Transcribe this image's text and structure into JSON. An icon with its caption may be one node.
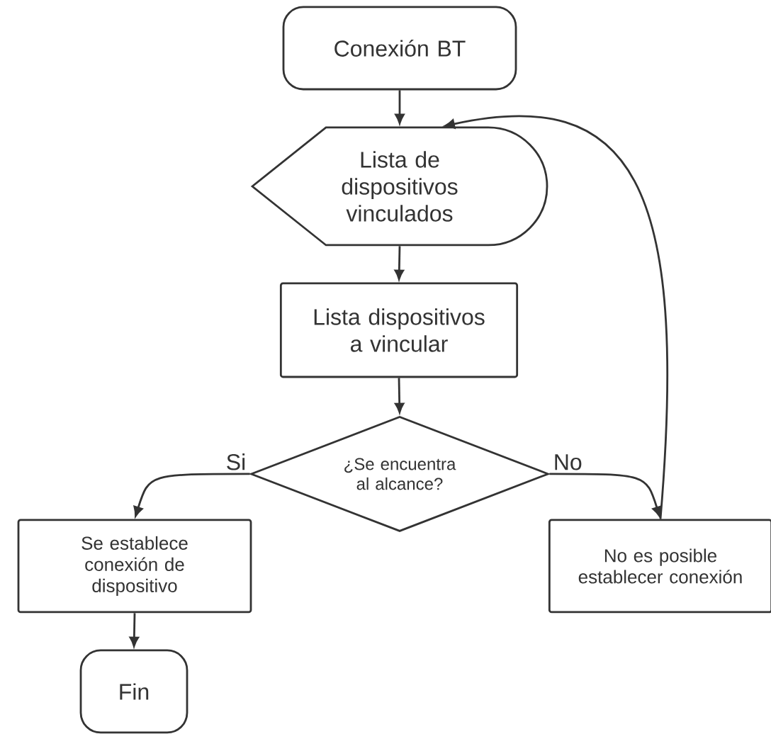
{
  "diagram": {
    "nodes": [
      {
        "text": [
          "Conexión BT"
        ]
      },
      {
        "text": [
          "Lista de dispositivos vinculados"
        ]
      },
      {
        "text": [
          "Lista dispositivos a vincular"
        ]
      },
      {
        "text": [
          "¿Se encuentra al alcance?"
        ]
      },
      {
        "text": [
          "Se establece conexión de dispositivo"
        ]
      },
      {
        "text": [
          "No es posible establecer conexión"
        ]
      },
      {
        "text": [
          "Fin"
        ]
      }
    ],
    "edges": [
      {
        "from": 0,
        "to": 1,
        "arrow": "to"
      },
      {
        "from": 1,
        "to": 2,
        "arrow": "to"
      },
      {
        "from": 2,
        "to": 3,
        "arrow": "to"
      },
      {
        "from": 3,
        "to": 4,
        "arrow": "to",
        "label": "Si"
      },
      {
        "from": 3,
        "to": 5,
        "arrow": "to",
        "label": "No"
      },
      {
        "from": 5,
        "to": 1,
        "arrow": "to"
      },
      {
        "from": 4,
        "to": 6,
        "arrow": "to"
      }
    ]
  }
}
